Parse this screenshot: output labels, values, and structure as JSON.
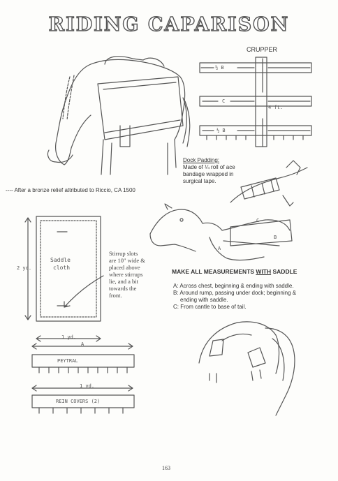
{
  "title": "RIDING CAPARISON",
  "crupper_label": "CRUPPER",
  "crupper_marks": {
    "half_b_top": "½ B",
    "c": "C",
    "half_b_bottom": "½ B",
    "side": "4 ft."
  },
  "dock_padding": {
    "heading": "Dock Padding:",
    "lines": [
      "Made of ¼ roll of ace",
      "bandage wrapped in",
      "surgical tape."
    ]
  },
  "attribution": "---- After a bronze relief attributed to Riccio, CA 1500",
  "saddle_cloth": {
    "label_line1": "Saddle",
    "label_line2": "cloth",
    "height": "2 yd.",
    "width": "1 yd."
  },
  "stirrup_note": [
    "Stirrup slots",
    "are 10\" wide &",
    "placed above",
    "where stirrups",
    "lie, and a bit",
    "towards the",
    "front."
  ],
  "measure": {
    "heading_pre": "MAKE ALL MEASUREMENTS ",
    "heading_with": "WITH",
    "heading_post": " SADDLE",
    "a": "A: Across chest, beginning & ending with saddle.",
    "b1": "B: Around rump, passing under dock; beginning &",
    "b2": "ending with saddle.",
    "c": "C: From cantle to base of tail."
  },
  "horse_marks": {
    "a": "A",
    "b": "B",
    "c": "C"
  },
  "peytral": {
    "dim": "A",
    "label": "PEYTRAL"
  },
  "rein_covers": {
    "dim": "1 yd.",
    "label": "REIN COVERS (2)"
  },
  "page_number": "163"
}
